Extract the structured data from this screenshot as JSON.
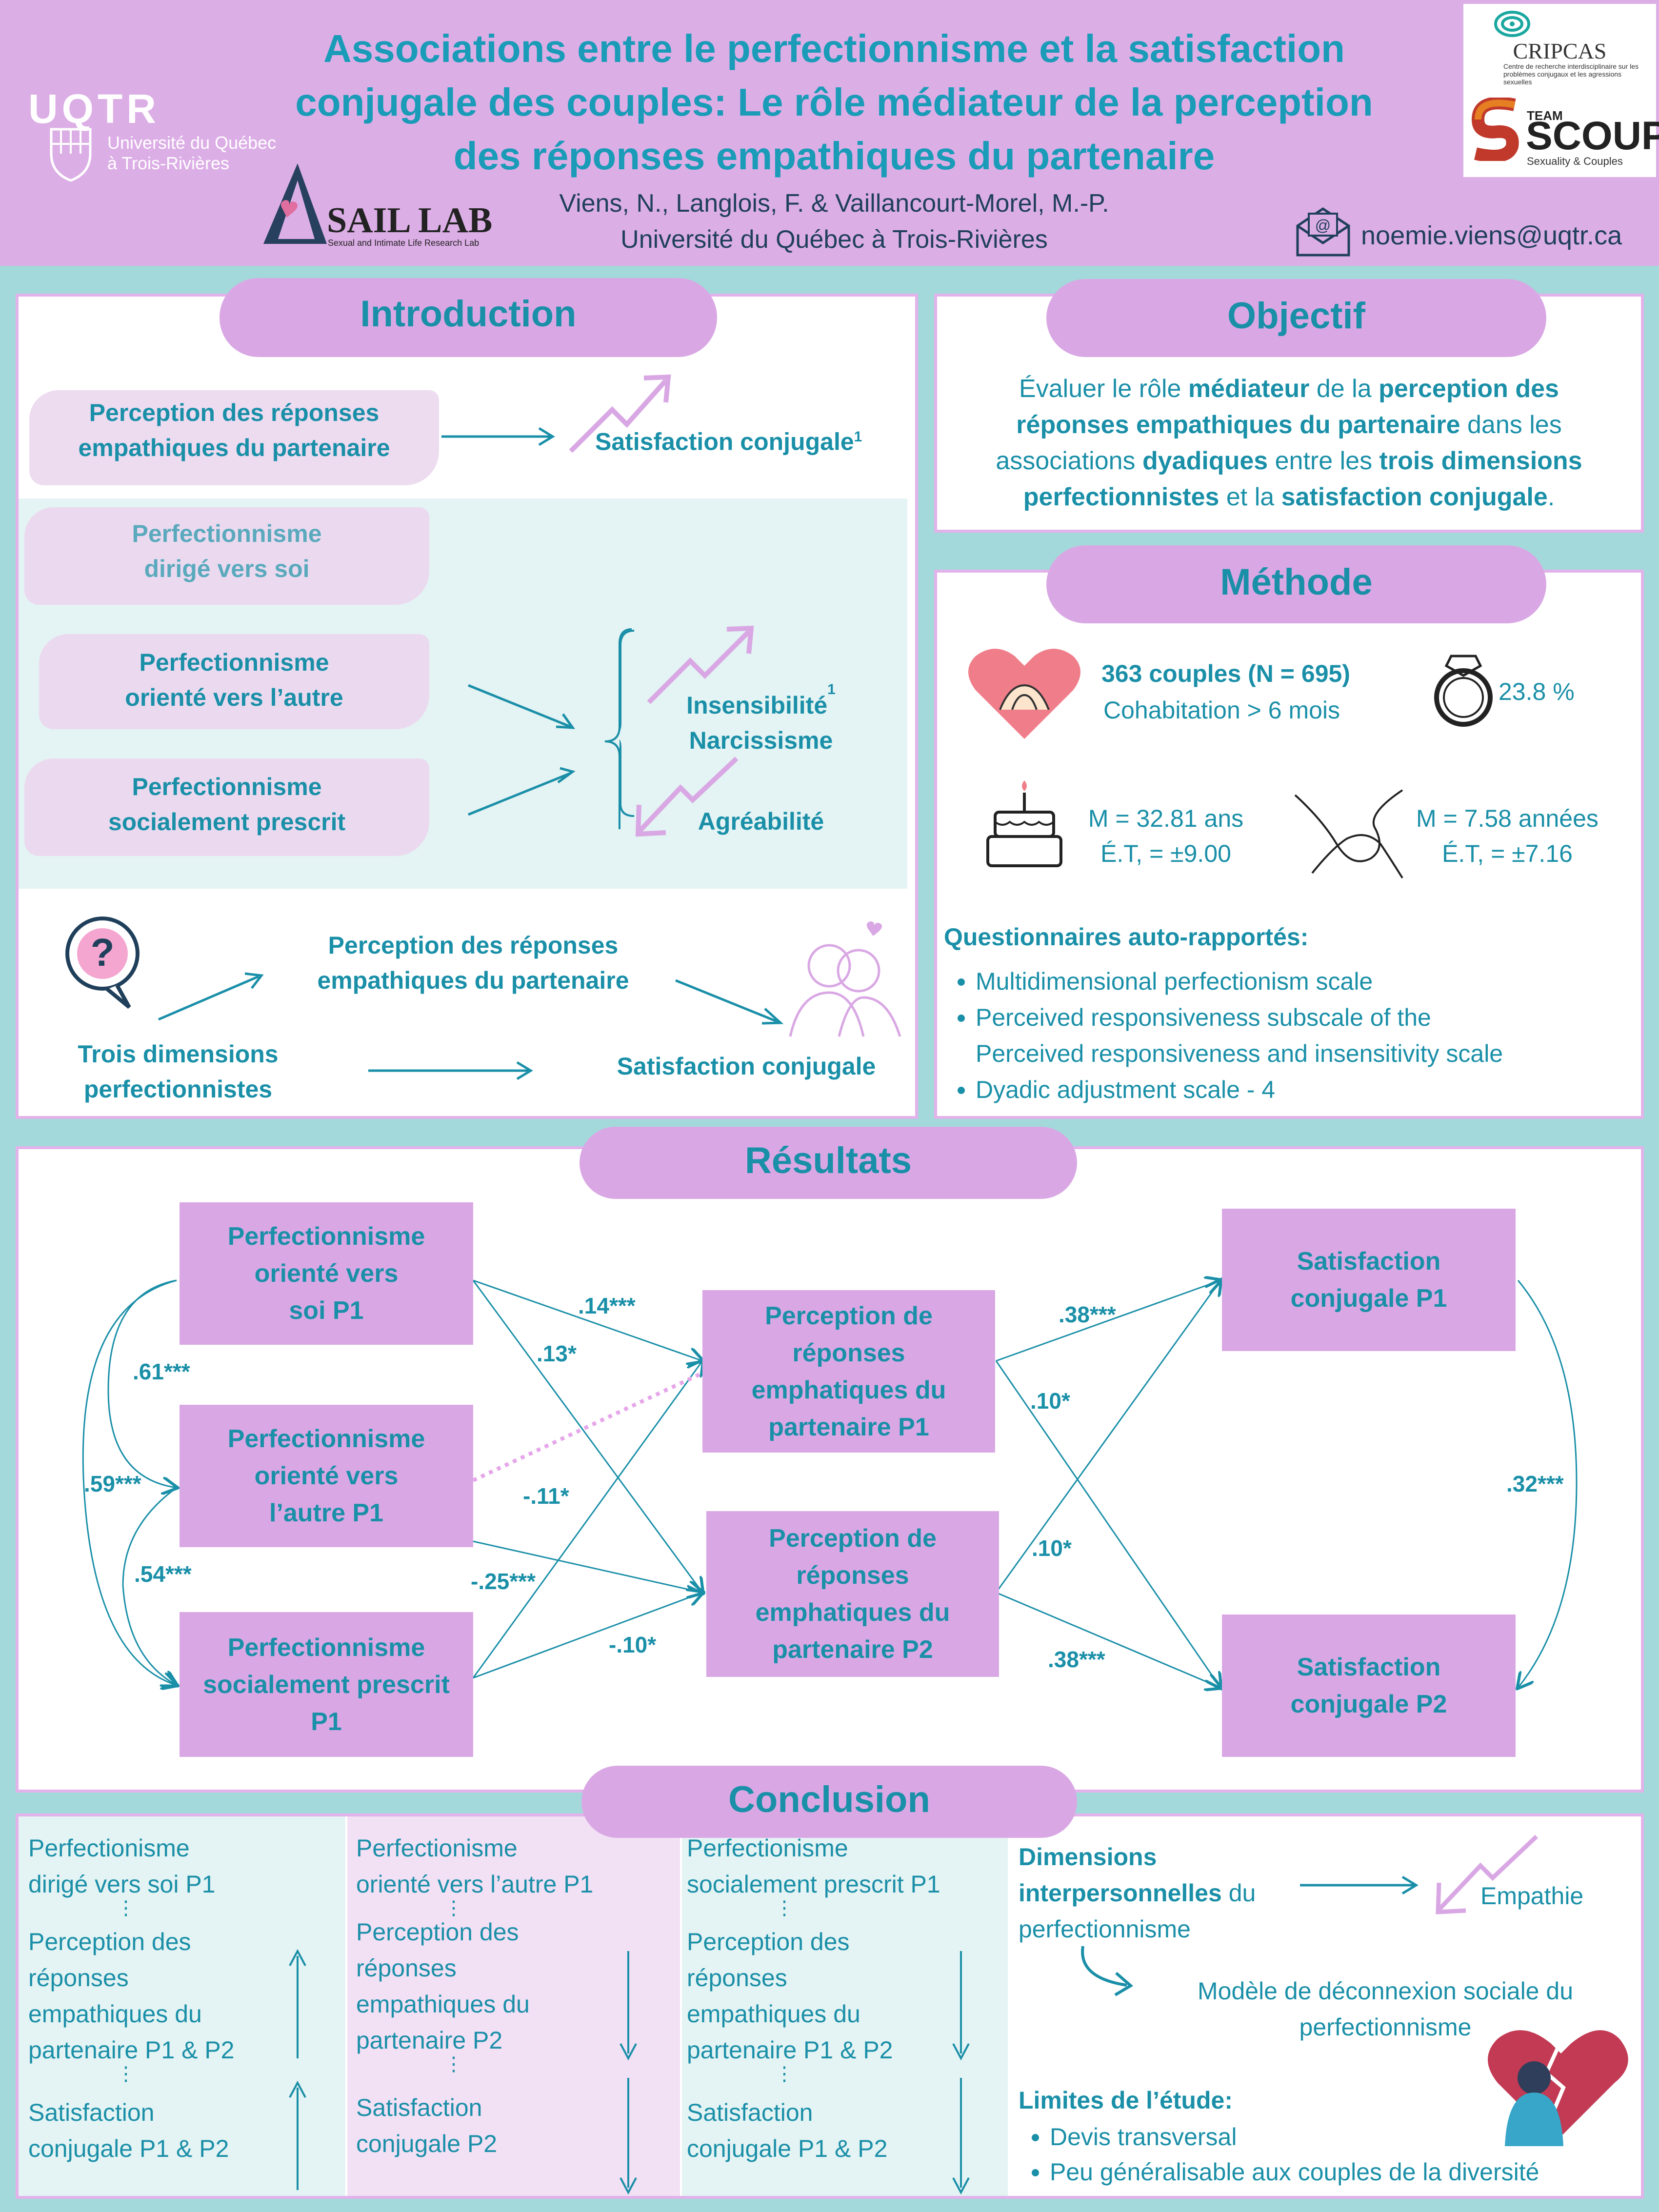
{
  "header": {
    "title_lines": [
      "Associations entre le perfectionnisme et la satisfaction",
      "conjugale des couples: Le rôle médiateur de la perception",
      "des réponses empathiques du partenaire"
    ],
    "authors": "Viens, N., Langlois, F. & Vaillancourt-Morel, M.-P.",
    "affiliation": "Université du Québec à Trois-Rivières",
    "email": "noemie.viens@uqtr.ca",
    "uqtr_logo": "UQTR",
    "uqtr_sub_1": "Université du Québec",
    "uqtr_sub_2": "à Trois-Rivières",
    "sail_logo": "SAIL LAB",
    "sail_sub": "Sexual and Intimate Life Research Lab",
    "cripcas": "CRIPCAS",
    "cripcas_sub": "Centre de recherche interdisciplinaire sur les problèmes conjugaux et les agressions sexuelles",
    "scoup_team": "TEAM",
    "scoup": "SCOUP",
    "scoup_sub": "Sexuality & Couples"
  },
  "introduction": {
    "title": "Introduction",
    "top_left_1": "Perception des réponses",
    "top_left_2": "empathiques du partenaire",
    "top_right": "Satisfaction conjugale",
    "sup": "1",
    "dim1_1": "Perfectionnisme",
    "dim1_2": "dirigé vers soi",
    "dim2_1": "Perfectionnisme",
    "dim2_2": "orienté vers l’autre",
    "dim3_1": "Perfectionnisme",
    "dim3_2": "socialement prescrit",
    "out1": "Insensibilité",
    "out2": "Narcissisme",
    "out3": "Agréabilité",
    "model_med_1": "Perception des réponses",
    "model_med_2": "empathiques du partenaire",
    "model_x_1": "Trois dimensions",
    "model_x_2": "perfectionnistes",
    "model_y": "Satisfaction conjugale"
  },
  "objectif": {
    "title": "Objectif",
    "lines": [
      [
        [
          "Évaluer le rôle ",
          false
        ],
        [
          "médiateur",
          true
        ],
        [
          " de la ",
          false
        ],
        [
          "perception des",
          true
        ]
      ],
      [
        [
          "réponses empathiques du partenaire",
          true
        ],
        [
          " dans les",
          false
        ]
      ],
      [
        [
          "associations ",
          false
        ],
        [
          "dyadiques",
          true
        ],
        [
          " entre les ",
          false
        ],
        [
          "trois dimensions",
          true
        ]
      ],
      [
        [
          "perfectionnistes",
          true
        ],
        [
          " et la ",
          false
        ],
        [
          "satisfaction conjugale",
          true
        ],
        [
          ".",
          false
        ]
      ]
    ]
  },
  "methode": {
    "title": "Méthode",
    "couples": "363 couples (N = 695)",
    "cohab": "Cohabitation > 6 mois",
    "married": "23.8 %",
    "age_m": "M = 32.81 ans",
    "age_sd": "É.T, = ±9.00",
    "dur_m": "M = 7.58 années",
    "dur_sd": "É.T, = ±7.16",
    "quest_title": "Questionnaires auto-rapportés:",
    "items": [
      "Multidimensional perfectionism scale",
      "Perceived responsiveness subscale of the",
      "Perceived responsiveness and insensitivity scale",
      "Dyadic adjustment scale - 4"
    ]
  },
  "resultats": {
    "title": "Résultats",
    "box_soi": [
      "Perfectionnisme",
      "orienté vers",
      "soi P1"
    ],
    "box_autre": [
      "Perfectionnisme",
      "orienté vers",
      "l’autre P1"
    ],
    "box_soc": [
      "Perfectionnisme",
      "socialement prescrit",
      "P1"
    ],
    "box_med1": [
      "Perception de",
      "réponses",
      "emphatiques du",
      "partenaire P1"
    ],
    "box_med2": [
      "Perception de",
      "réponses",
      "emphatiques du",
      "partenaire P2"
    ],
    "box_sat1": [
      "Satisfaction",
      "conjugale P1"
    ],
    "box_sat2": [
      "Satisfaction",
      "conjugale P2"
    ],
    "coefs": {
      "c_61": ".61***",
      "c_59": ".59***",
      "c_54": ".54***",
      "c_14": ".14***",
      "c_13": ".13*",
      "c_m11": "-.11*",
      "c_m25": "-.25***",
      "c_m10": "-.10*",
      "c_38a": ".38***",
      "c_10a": ".10*",
      "c_10b": ".10*",
      "c_38b": ".38***",
      "c_32": ".32***"
    }
  },
  "conclusion": {
    "title": "Conclusion",
    "col1": {
      "a1": "Perfectionisme",
      "a2": "dirigé vers soi P1",
      "b": [
        "Perception des",
        "réponses",
        "empathiques du",
        "partenaire P1 & P2"
      ],
      "c1": "Satisfaction",
      "c2": "conjugale P1 & P2"
    },
    "col2": {
      "a1": "Perfectionisme",
      "a2": "orienté vers l’autre P1",
      "b": [
        "Perception des",
        "réponses",
        "empathiques du",
        "partenaire P2"
      ],
      "c1": "Satisfaction",
      "c2": "conjugale P2"
    },
    "col3": {
      "a1": "Perfectionisme",
      "a2": "socialement prescrit P1",
      "b": [
        "Perception des",
        "réponses",
        "empathiques du",
        "partenaire P1 & P2"
      ],
      "c1": "Satisfaction",
      "c2": "conjugale P1 & P2"
    },
    "dim_1": "Dimensions",
    "dim_2a": "interpersonnelles",
    "dim_2b": " du",
    "dim_3": "perfectionnisme",
    "empathie": "Empathie",
    "modele_1": "Modèle de déconnexion sociale du",
    "modele_2": "perfectionnisme",
    "limites_title": "Limites de l’étude:",
    "limites": [
      "Devis transversal",
      "Peu généralisable aux couples de la diversité"
    ]
  },
  "colors": {
    "accent": "#1a8fa8",
    "pill": "#d9a8e4",
    "header": "#dcaee6",
    "background": "#a3d9da"
  }
}
